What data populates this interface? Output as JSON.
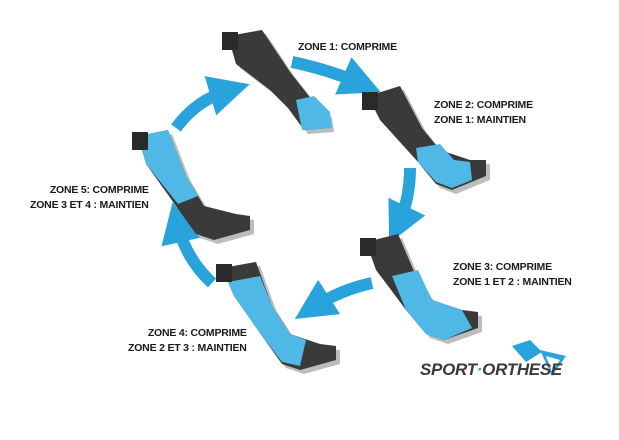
{
  "zones": [
    {
      "id": "zone1",
      "lines": [
        "ZONE 1: COMPRIME"
      ]
    },
    {
      "id": "zone2",
      "lines": [
        "ZONE 2: COMPRIME",
        "ZONE 1: MAINTIEN"
      ]
    },
    {
      "id": "zone3",
      "lines": [
        "ZONE 3: COMPRIME",
        "ZONE 1 ET 2 : MAINTIEN"
      ]
    },
    {
      "id": "zone4",
      "lines": [
        "ZONE 4: COMPRIME",
        "ZONE 2 ET 3 : MAINTIEN"
      ]
    },
    {
      "id": "zone5",
      "lines": [
        "ZONE 5: COMPRIME",
        "ZONE 3 ET 4 : MAINTIEN"
      ]
    }
  ],
  "brand": {
    "name_left": "SPORT",
    "dot": "·",
    "name_right": "ORTHESE"
  },
  "colors": {
    "accent": "#29a3dc",
    "boot_dark": "#3a3a3a",
    "boot_highlight": "#4fb8e6",
    "shadow": "#bdbdbd",
    "text": "#1a1a1a"
  }
}
